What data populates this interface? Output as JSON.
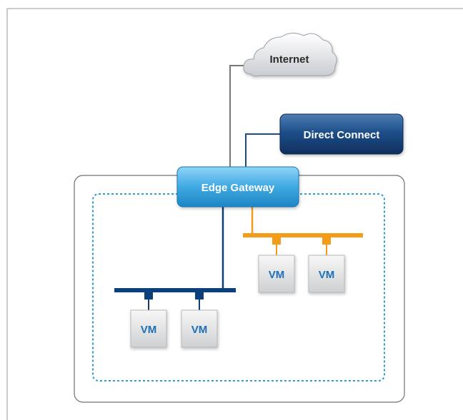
{
  "diagram": {
    "internet": {
      "label": "Internet"
    },
    "direct_connect": {
      "label": "Direct Connect"
    },
    "edge_gateway": {
      "label": "Edge Gateway"
    },
    "networks": [
      {
        "color": "#f39c1a",
        "vms": [
          {
            "label": "VM"
          },
          {
            "label": "VM"
          }
        ]
      },
      {
        "color": "#0b3f7c",
        "vms": [
          {
            "label": "VM"
          },
          {
            "label": "VM"
          }
        ]
      }
    ],
    "colors": {
      "frame": "#9a9a9a",
      "container_border": "#707070",
      "dotted_border": "#2aa0d2",
      "edge_gateway": "#35a4de",
      "direct_connect": "#1c4c84",
      "vm_text": "#1d6fb8"
    }
  }
}
